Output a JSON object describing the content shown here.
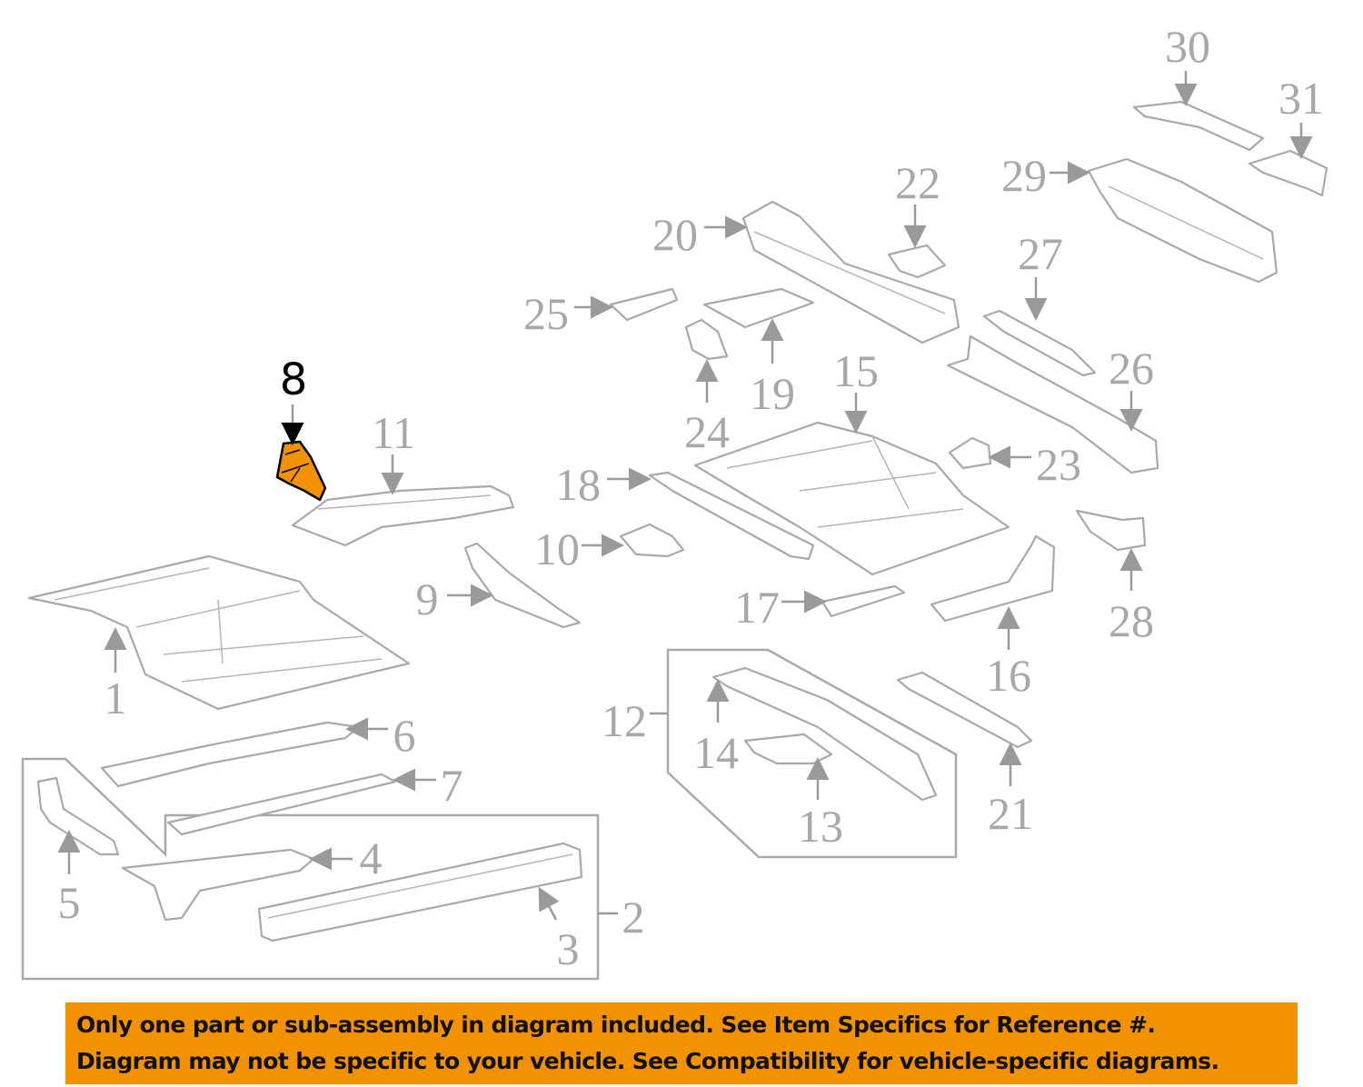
{
  "diagram": {
    "highlighted_part": "8",
    "highlight_color": "#f39200",
    "labels": {
      "p1": "1",
      "p2": "2",
      "p3": "3",
      "p4": "4",
      "p5": "5",
      "p6": "6",
      "p7": "7",
      "p8": "8",
      "p9": "9",
      "p10": "10",
      "p11": "11",
      "p12": "12",
      "p13": "13",
      "p14": "14",
      "p15": "15",
      "p16": "16",
      "p17": "17",
      "p18": "18",
      "p19": "19",
      "p20": "20",
      "p21": "21",
      "p22": "22",
      "p23": "23",
      "p24": "24",
      "p25": "25",
      "p26": "26",
      "p27": "27",
      "p28": "28",
      "p29": "29",
      "p30": "30",
      "p31": "31"
    }
  },
  "banner": {
    "line1": "Only one part or sub-assembly in diagram included. See Item Specifics for Reference #.",
    "line2": "Diagram may not be specific to your vehicle. See Compatibility for vehicle-specific diagrams."
  }
}
